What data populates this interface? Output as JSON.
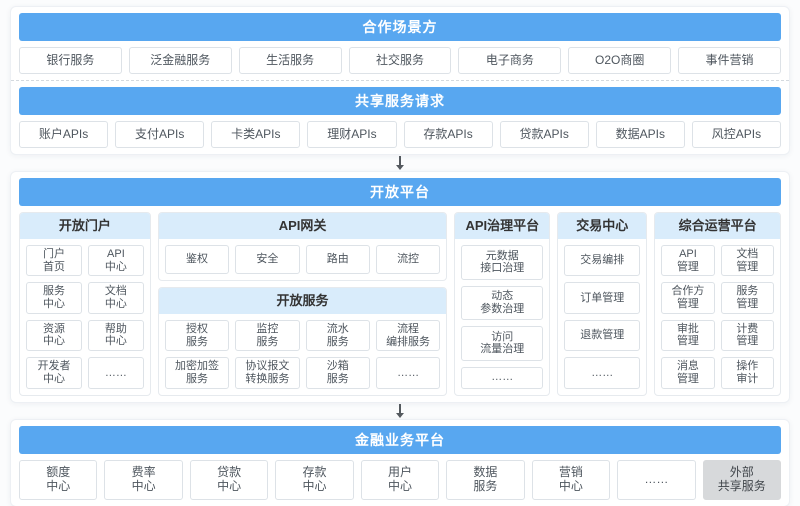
{
  "colors": {
    "header_blue": "#58a7f0",
    "subheader_blue": "#d9ecfb",
    "box_border": "#dde2e7",
    "gray_box": "#d7d9db",
    "arrow": "#555a5f"
  },
  "scenario": {
    "title": "合作场景方",
    "items": [
      "银行服务",
      "泛金融服务",
      "生活服务",
      "社交服务",
      "电子商务",
      "O2O商圈",
      "事件营销"
    ]
  },
  "shared": {
    "title": "共享服务请求",
    "items": [
      "账户APIs",
      "支付APIs",
      "卡类APIs",
      "理财APIs",
      "存款APIs",
      "贷款APIs",
      "数据APIs",
      "风控APIs"
    ]
  },
  "open_platform": {
    "title": "开放平台",
    "portal": {
      "title": "开放门户",
      "items": [
        "门户\n首页",
        "API\n中心",
        "服务\n中心",
        "文档\n中心",
        "资源\n中心",
        "帮助\n中心",
        "开发者\n中心",
        "……"
      ]
    },
    "gateway": {
      "title": "API网关",
      "items": [
        "鉴权",
        "安全",
        "路由",
        "流控"
      ]
    },
    "open_services": {
      "title": "开放服务",
      "items": [
        "授权\n服务",
        "监控\n服务",
        "流水\n服务",
        "流程\n编排服务",
        "加密加签\n服务",
        "协议报文\n转换服务",
        "沙箱\n服务",
        "……"
      ]
    },
    "governance": {
      "title": "API治理平台",
      "items": [
        "元数据\n接口治理",
        "动态\n参数治理",
        "访问\n流量治理",
        "……"
      ]
    },
    "trade": {
      "title": "交易中心",
      "items": [
        "交易编排",
        "订单管理",
        "退款管理",
        "……"
      ]
    },
    "operation": {
      "title": "综合运营平台",
      "items": [
        "API\n管理",
        "文档\n管理",
        "合作方\n管理",
        "服务\n管理",
        "审批\n管理",
        "计费\n管理",
        "消息\n管理",
        "操作\n审计"
      ]
    }
  },
  "finance": {
    "title": "金融业务平台",
    "items": [
      {
        "label": "额度\n中心"
      },
      {
        "label": "费率\n中心"
      },
      {
        "label": "贷款\n中心"
      },
      {
        "label": "存款\n中心"
      },
      {
        "label": "用户\n中心"
      },
      {
        "label": "数据\n服务"
      },
      {
        "label": "营销\n中心"
      },
      {
        "label": "……"
      },
      {
        "label": "外部\n共享服务",
        "variant": "gray"
      }
    ]
  }
}
